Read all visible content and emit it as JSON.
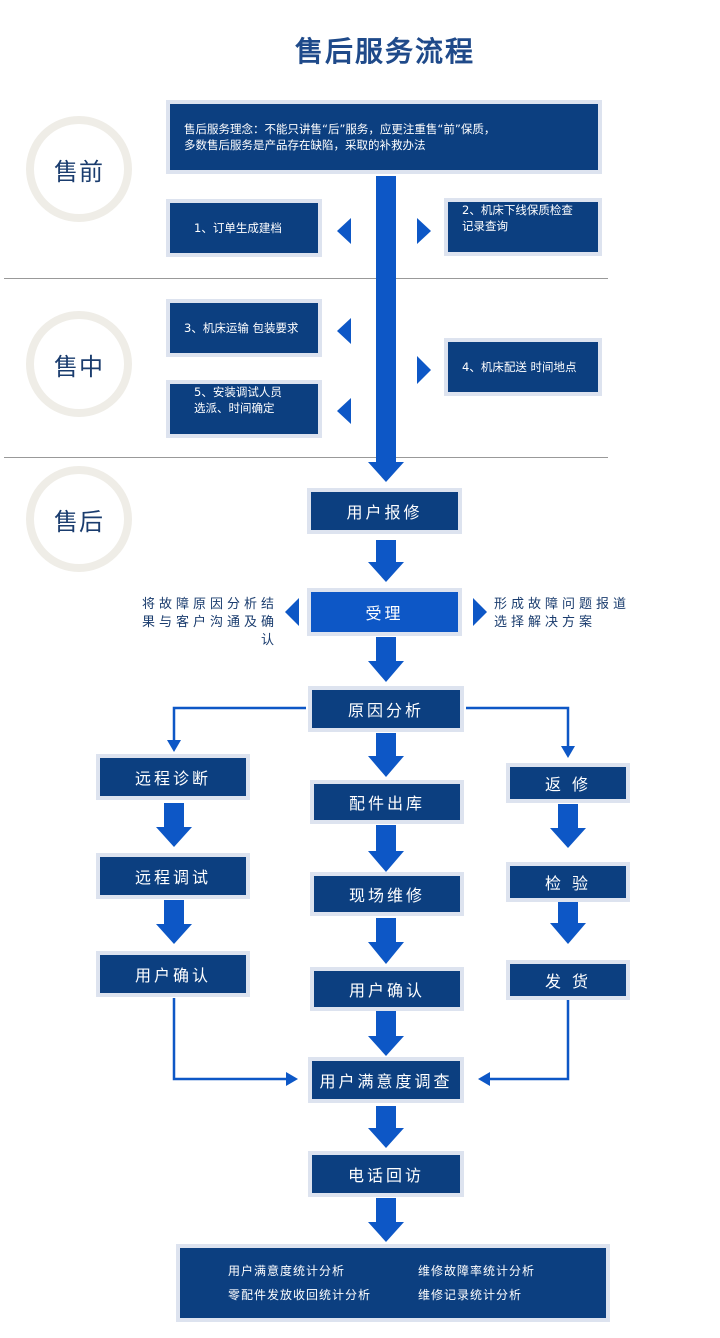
{
  "title": "售后服务流程",
  "stages": {
    "pre": "售前",
    "mid": "售中",
    "post": "售后"
  },
  "philosophy": {
    "line1": "售后服务理念：不能只讲售“后”服务，应更注重售“前”保质，",
    "line2": "多数售后服务是产品存在缺陷，采取的补救办法"
  },
  "pre_sale": {
    "step1": "1、订单生成建档",
    "step2_line1": "2、机床下线保质检查",
    "step2_line2": "记录查询"
  },
  "mid_sale": {
    "step3": "3、机床运输 包装要求",
    "step4": "4、机床配送 时间地点",
    "step5_line1": "5、安装调试人员",
    "step5_line2": "选派、时间确定"
  },
  "flow": {
    "repair_request": "用户报修",
    "accept": "受理",
    "accept_left_line1": "将故障原因分析结",
    "accept_left_line2": "果与客户沟通及确认",
    "accept_right_line1": "形成故障问题报道",
    "accept_right_line2": "选择解决方案",
    "analysis": "原因分析",
    "remote_diag": "远程诊断",
    "remote_debug": "远程调试",
    "user_confirm_left": "用户确认",
    "parts_out": "配件出库",
    "onsite_repair": "现场维修",
    "user_confirm_mid": "用户确认",
    "return_repair": "返 修",
    "inspect": "检 验",
    "ship": "发 货",
    "survey": "用户满意度调查",
    "callback": "电话回访"
  },
  "stats": {
    "a": "用户满意度统计分析",
    "b": "维修故障率统计分析",
    "c": "零配件发放收回统计分析",
    "d": "维修记录统计分析"
  },
  "colors": {
    "navy": "#0c3f80",
    "arrow": "#0d57c6",
    "title": "#1f4a8a"
  }
}
